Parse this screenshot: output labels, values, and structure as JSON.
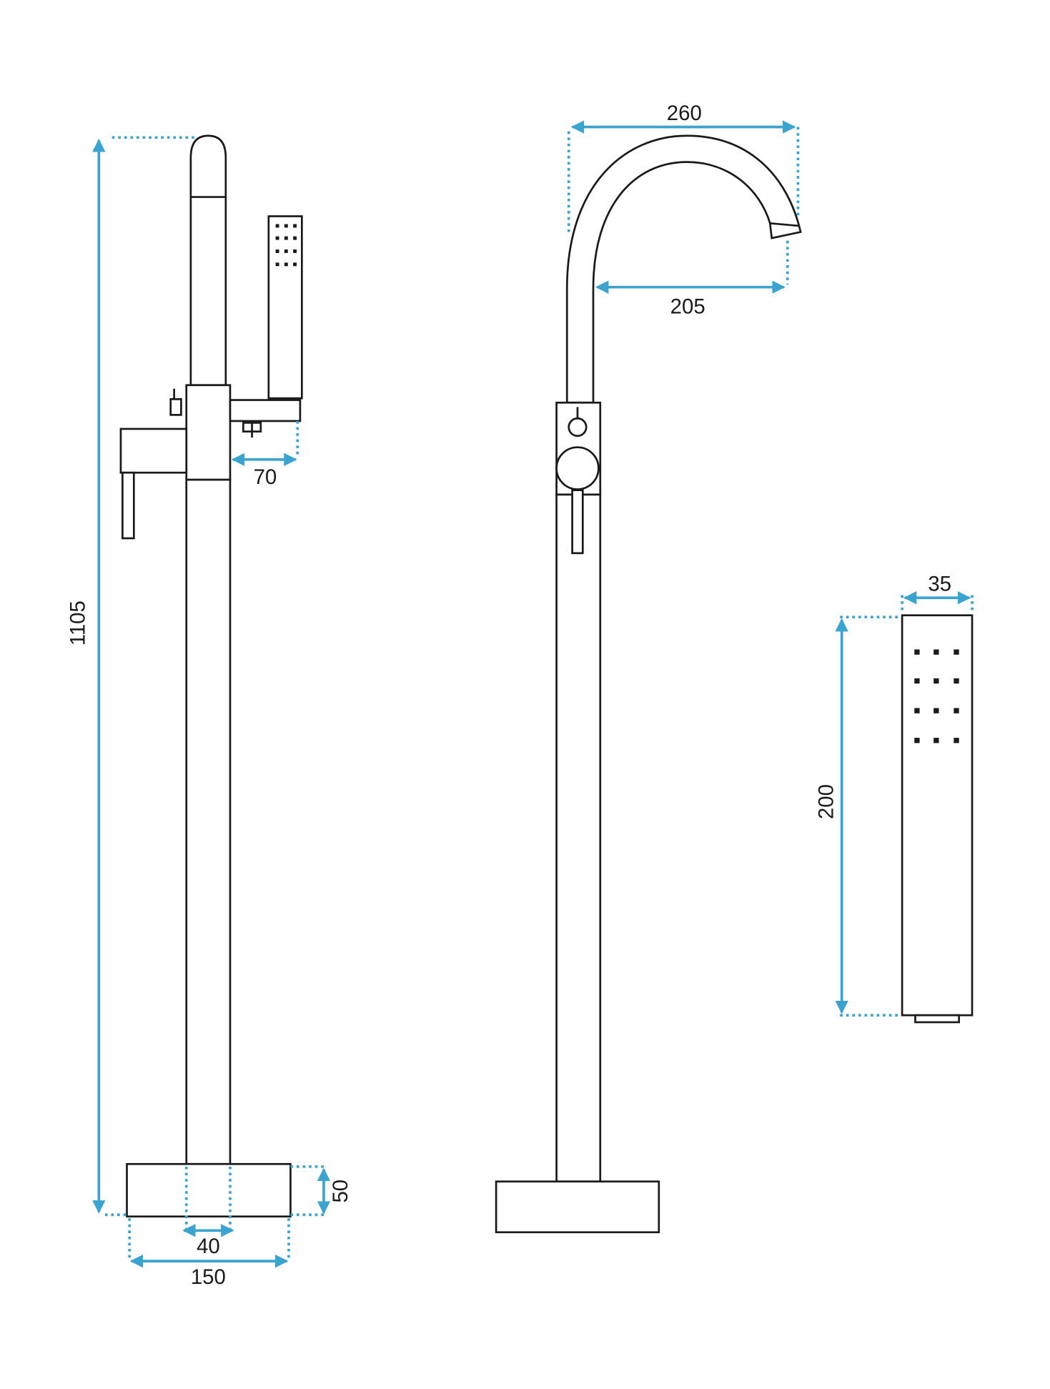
{
  "diagram": {
    "dimension_color": "#3aa3cf",
    "side_view": {
      "total_height": "1105",
      "hand_shower_holder_depth": "70",
      "base_height": "50",
      "pipe_diameter": "40",
      "base_width": "150"
    },
    "front_view": {
      "spout_width": "260",
      "spout_reach": "205"
    },
    "hand_shower": {
      "width": "35",
      "length": "200"
    }
  }
}
